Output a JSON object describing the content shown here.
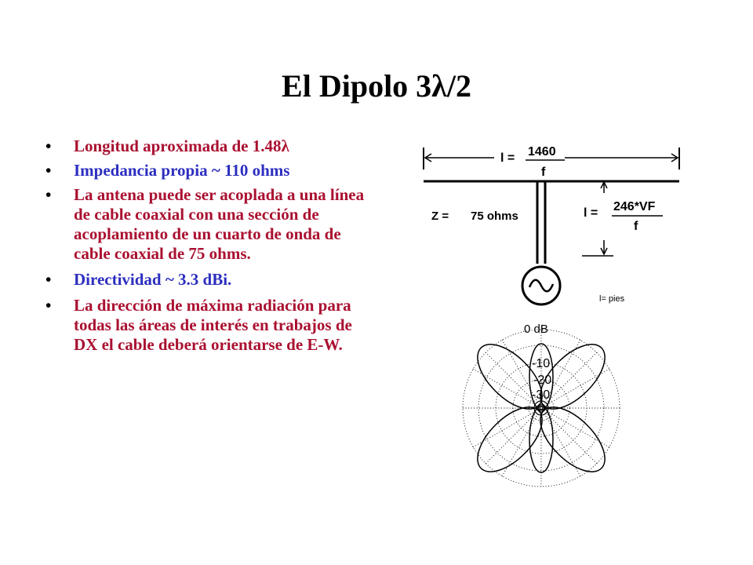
{
  "slide": {
    "title": "El Dipolo 3λ/2"
  },
  "bullets": [
    {
      "text": "Longitud aproximada de 1.48λ",
      "color": "#aa1030"
    },
    {
      "text": "Impedancia propia  ~ 110 ohms",
      "color": "#2c2ec0"
    },
    {
      "text": "La antena puede ser acoplada a una línea de cable coaxial con una sección de acoplamiento de un cuarto de onda de cable coaxial de 75 ohms.",
      "color": "#aa1030"
    },
    {
      "text": "Directividad ~ 3.3 dBi.",
      "color": "#2c2ec0"
    },
    {
      "text": "La dirección de máxima radiación para todas las áreas de interés en trabajos de DX el cable deberá orientarse de E-W.",
      "color": "#aa1030"
    }
  ],
  "bullet_glyph": "•",
  "dipole_diagram": {
    "length_label": "l =",
    "length_numerator": "1460",
    "length_denominator": "f",
    "impedance_label": "Z =",
    "impedance_value": "75 ohms",
    "stub_label": "l =",
    "stub_numerator": "246*VF",
    "stub_denominator": "f",
    "units_note": "l= pies",
    "source_icon": "ac-source-icon"
  },
  "radiation_pattern": {
    "ring_labels": [
      "0 dB",
      "-10",
      "-20",
      "-30"
    ]
  }
}
